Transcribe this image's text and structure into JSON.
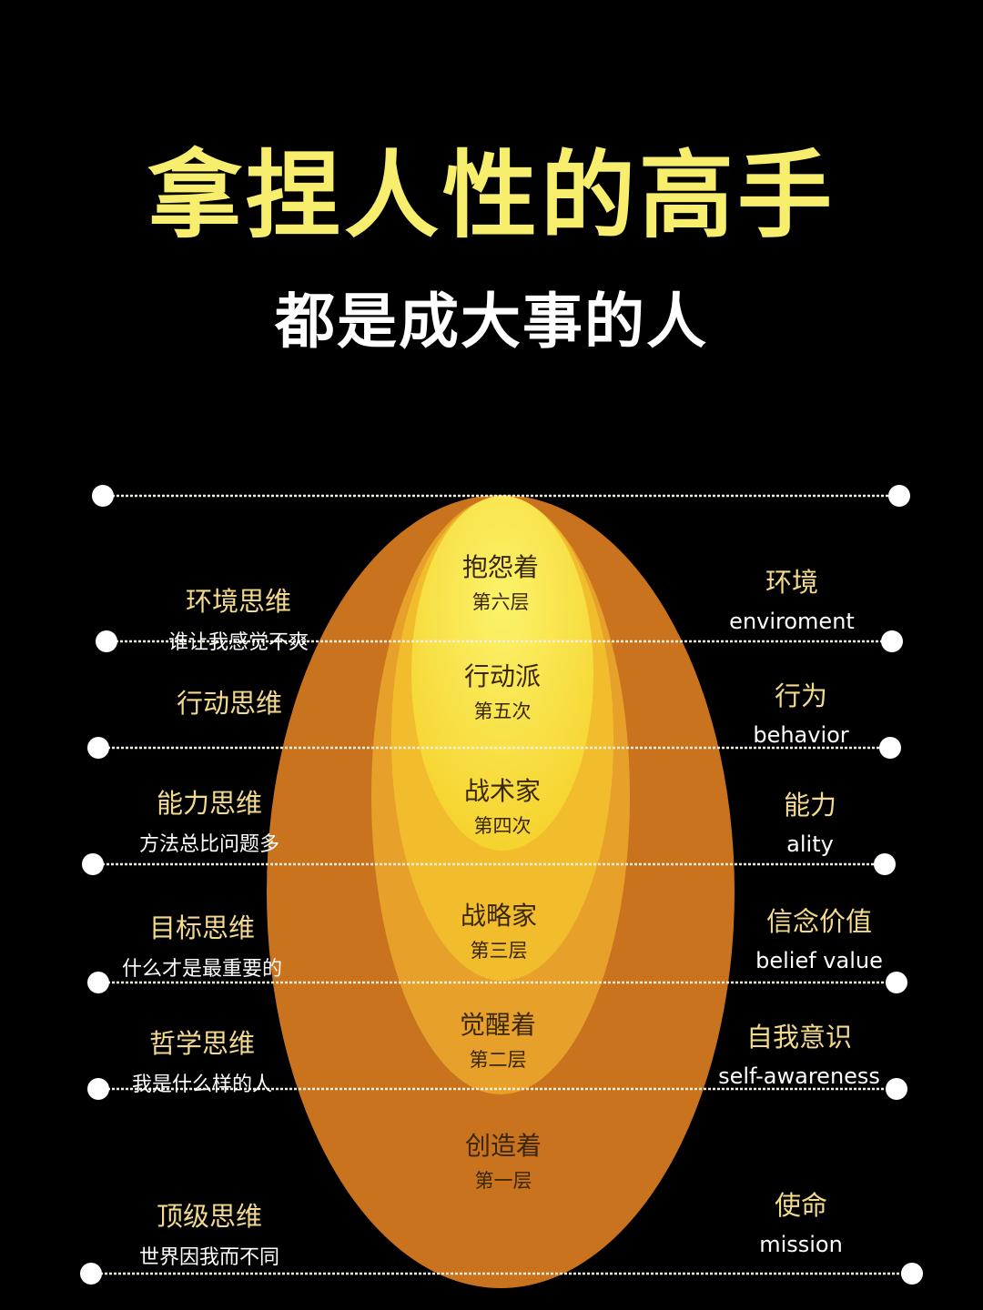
{
  "title": "拿捏人性的高手",
  "subtitle": "都是成大事的人",
  "colors": {
    "background": "#000000",
    "title": "#f8ee6e",
    "outer_layer": "#c8721f",
    "inner_core": "#f9ee4a",
    "heading": "#f3da8c"
  },
  "layers": [
    {
      "name": "抱怨着",
      "level": "第六层"
    },
    {
      "name": "行动派",
      "level": "第五次"
    },
    {
      "name": "战术家",
      "level": "第四次"
    },
    {
      "name": "战略家",
      "level": "第三层"
    },
    {
      "name": "觉醒着",
      "level": "第二层"
    },
    {
      "name": "创造着",
      "level": "第一层"
    }
  ],
  "left": [
    {
      "heading": "环境思维",
      "desc": "谁让我感觉不爽"
    },
    {
      "heading": "行动思维",
      "desc": ""
    },
    {
      "heading": "能力思维",
      "desc": "方法总比问题多"
    },
    {
      "heading": "目标思维",
      "desc": "什么才是最重要的"
    },
    {
      "heading": "哲学思维",
      "desc": "我是什么样的人"
    },
    {
      "heading": "顶级思维",
      "desc": "世界因我而不同"
    }
  ],
  "right": [
    {
      "cn": "环境",
      "en": "enviroment"
    },
    {
      "cn": "行为",
      "en": "behavior"
    },
    {
      "cn": "能力",
      "en": "ality"
    },
    {
      "cn": "信念价值",
      "en": "belief value"
    },
    {
      "cn": "自我意识",
      "en": "self-awareness"
    },
    {
      "cn": "使命",
      "en": "mission"
    }
  ]
}
